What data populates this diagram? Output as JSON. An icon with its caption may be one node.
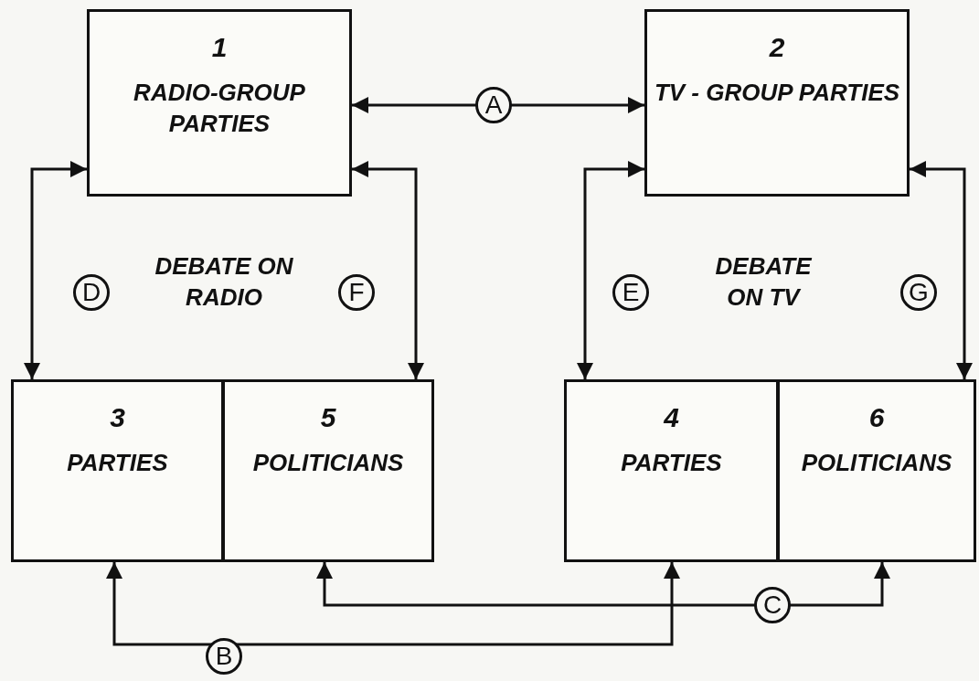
{
  "diagram": {
    "nodes": [
      {
        "text": [
          "1",
          "RADIO-GROUP PARTIES"
        ]
      },
      {
        "text": [
          "2",
          "TV - GROUP PARTIES"
        ]
      },
      {
        "text": [
          "3",
          "PARTIES"
        ]
      },
      {
        "text": [
          "5",
          "POLITICIANS"
        ]
      },
      {
        "text": [
          "4",
          "PARTIES"
        ]
      },
      {
        "text": [
          "6",
          "POLITICIANS"
        ]
      }
    ],
    "edges": [
      {
        "from": 0,
        "to": 1,
        "arrow": "both",
        "label": "A"
      },
      {
        "from": 2,
        "to": 4,
        "arrow": "both",
        "label": "B"
      },
      {
        "from": 3,
        "to": 5,
        "arrow": "both",
        "label": "C"
      },
      {
        "from": 0,
        "to": 2,
        "arrow": "both",
        "label": "D"
      },
      {
        "from": 1,
        "to": 4,
        "arrow": "both",
        "label": "E"
      },
      {
        "from": 0,
        "to": 3,
        "arrow": "both",
        "label": "F"
      },
      {
        "from": 1,
        "to": 5,
        "arrow": "both",
        "label": "G"
      }
    ],
    "labels": [
      "DEBATE ON RADIO",
      "DEBATE ON TV"
    ]
  }
}
